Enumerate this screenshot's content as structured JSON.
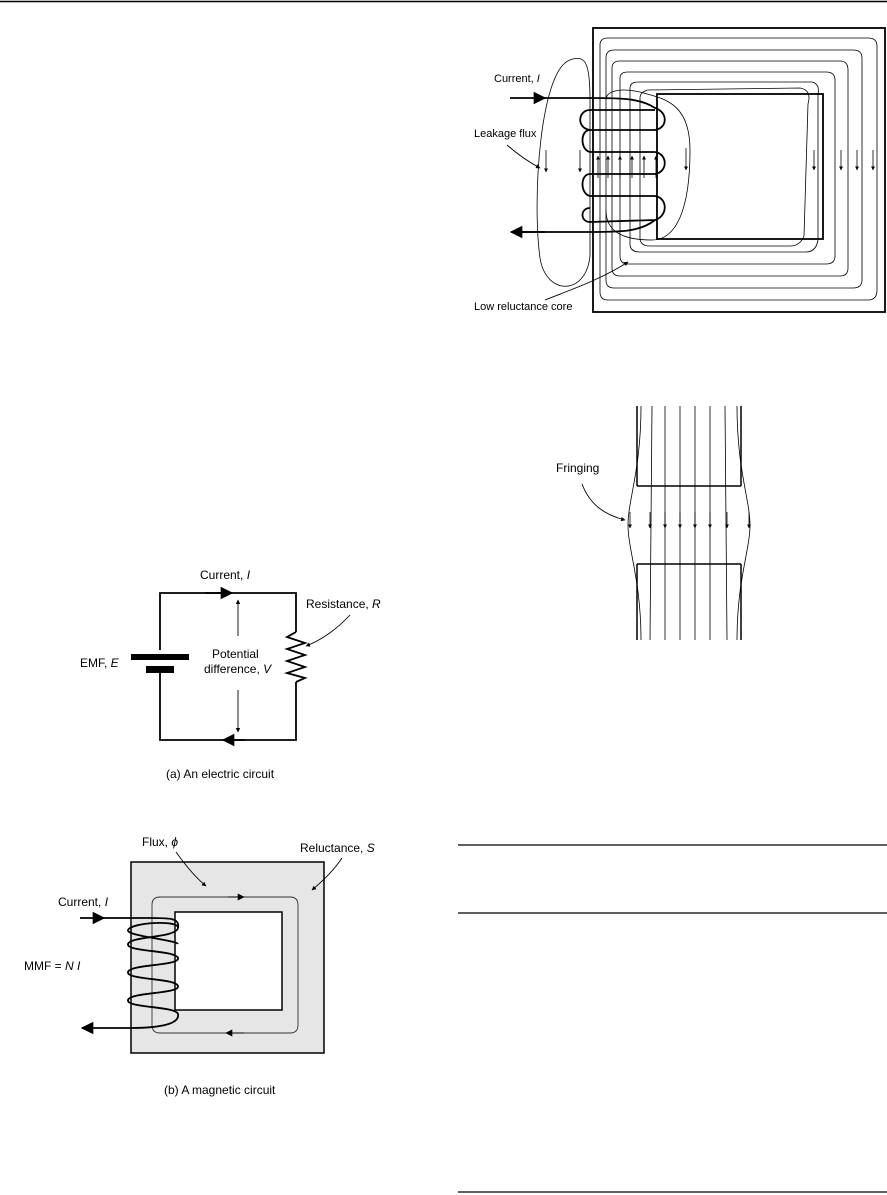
{
  "figures": {
    "leakage": {
      "current_label": "Current, ",
      "current_symbol": "I",
      "leakage_label": "Leakage flux",
      "core_label": "Low reluctance core"
    },
    "fringing": {
      "label": "Fringing"
    },
    "electric": {
      "current_label": "Current, ",
      "current_symbol": "I",
      "resistance_label": "Resistance, ",
      "resistance_symbol": "R",
      "emf_label": "EMF, ",
      "emf_symbol": "E",
      "pd_line1": "Potential",
      "pd_line2": "difference, ",
      "pd_symbol": "V",
      "caption": "(a) An electric circuit"
    },
    "magnetic": {
      "flux_label": "Flux, ",
      "flux_symbol": "ϕ",
      "reluctance_label": "Reluctance, ",
      "reluctance_symbol": "S",
      "current_label": "Current, ",
      "current_symbol": "I",
      "mmf_label": "MMF = ",
      "mmf_symbol": "N I",
      "caption": "(b) A magnetic circuit"
    }
  },
  "colors": {
    "core_fill": "#e6e6e6",
    "line": "#000000",
    "flux_line": "#555555"
  }
}
